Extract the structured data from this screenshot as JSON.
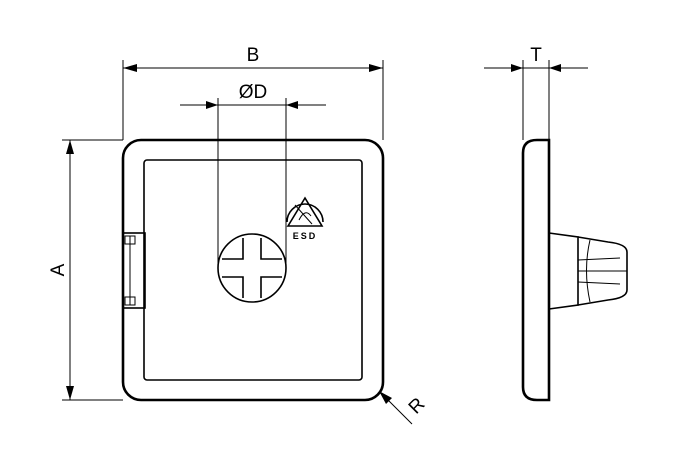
{
  "drawing": {
    "dimensions": {
      "width_label": "B",
      "height_label": "A",
      "diameter_label": "ØD",
      "thickness_label": "T",
      "radius_label": "R"
    },
    "symbol": {
      "name": "esd-warning-symbol",
      "text": "ESD"
    }
  }
}
